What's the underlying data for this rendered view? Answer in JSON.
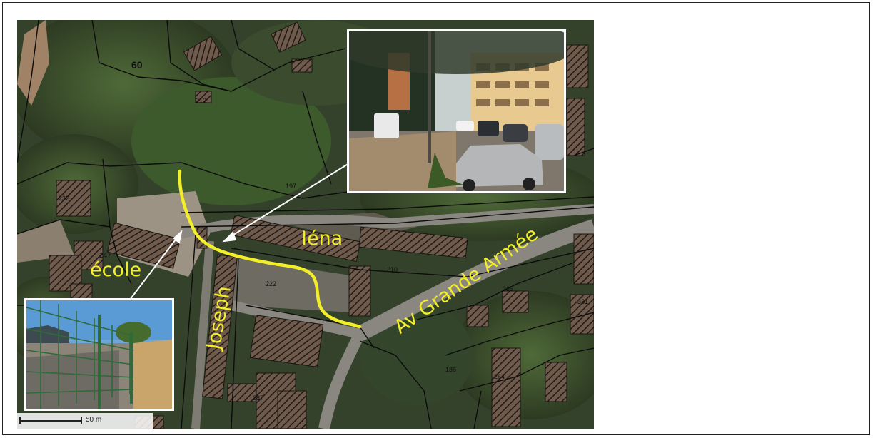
{
  "map": {
    "street_labels": {
      "ecole": "école",
      "iena": "Iéna",
      "joseph": "Joseph",
      "grande_armee": "Av Grande Armée"
    },
    "parcel_numbers": {
      "n60": "60",
      "n247": "247",
      "n232": "232",
      "n212": "212",
      "n197": "197",
      "n222": "222",
      "n210": "210",
      "n265": "265",
      "n331": "331",
      "n186": "186",
      "n264": "264",
      "n287": "287"
    },
    "scale_bar": "50 m",
    "colors": {
      "route": "#f2ee2a",
      "arrow": "#ffffff"
    }
  }
}
